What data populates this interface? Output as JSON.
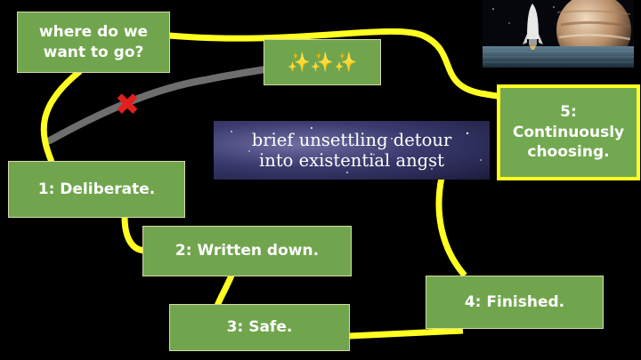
{
  "diagram": {
    "boxes": {
      "goal": [
        "where do we",
        "want to go?"
      ],
      "sparkles": "✨✨✨",
      "step1": "1: Deliberate.",
      "step2": "2: Written down.",
      "step3": "3: Safe.",
      "step4": "4: Finished.",
      "step5": [
        "5:",
        "Continuously",
        "choosing."
      ]
    },
    "detour_banner": [
      "brief unsettling detour",
      "into  existential angst"
    ],
    "rejected_mark": "✖",
    "colors": {
      "path": "#ffff22",
      "rejected_path": "#6e6e6e",
      "box_fill": "#70a54d",
      "reject_mark": "#e21f1f",
      "background": "#000000"
    }
  }
}
